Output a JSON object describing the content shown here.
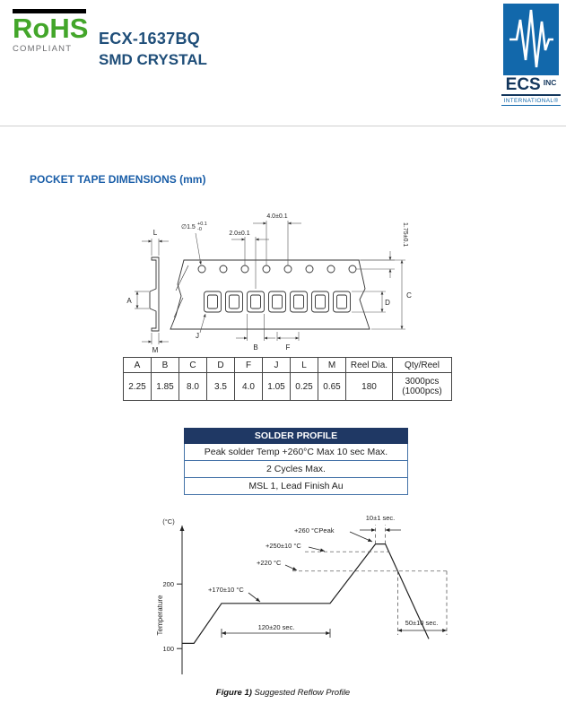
{
  "header": {
    "rohs_title": "RoHS",
    "rohs_subtitle": "COMPLIANT",
    "part_number": "ECX-1637BQ",
    "product_type": "SMD CRYSTAL",
    "logo_ecs": "ECS",
    "logo_inc": "INC",
    "logo_intl": "INTERNATIONAL®"
  },
  "section_title": "POCKET TAPE DIMENSIONS (mm)",
  "drawing": {
    "dim_pitch": "4.0±0.1",
    "dim_hole_to_pocket": "2.0±0.1",
    "dim_hole_dia": "∅1.5",
    "dim_hole_tol_plus": "+0.1",
    "dim_hole_tol_minus": "-0",
    "dim_edge": "1.75±0.1",
    "label_l": "L",
    "label_a": "A",
    "label_m": "M",
    "label_j": "J",
    "label_b": "B",
    "label_f": "F",
    "label_d": "D",
    "label_c": "C"
  },
  "dims_table": {
    "headers": [
      "A",
      "B",
      "C",
      "D",
      "F",
      "J",
      "L",
      "M",
      "Reel Dia.",
      "Qty/Reel"
    ],
    "values": [
      "2.25",
      "1.85",
      "8.0",
      "3.5",
      "4.0",
      "1.05",
      "0.25",
      "0.65",
      "180",
      "3000pcs\n(1000pcs)"
    ]
  },
  "solder_profile": {
    "title": "SOLDER PROFILE",
    "rows": [
      "Peak solder Temp +260°C Max 10 sec Max.",
      "2 Cycles Max.",
      "MSL 1, Lead Finish Au"
    ]
  },
  "chart_data": {
    "type": "line",
    "title": "Suggested Reflow Profile",
    "ylabel": "Temperature",
    "y_unit": "(°C)",
    "yticks": [
      "200",
      "100"
    ],
    "ylim": [
      60,
      290
    ],
    "x_unit": "sec",
    "profile": {
      "time_sec": [
        0,
        12,
        40,
        150,
        196,
        206,
        250
      ],
      "temp_c": [
        108,
        108,
        170,
        170,
        262,
        262,
        115
      ]
    },
    "annotations": {
      "peak": "+260 °CPeak",
      "temp_250": "+250±10 °C",
      "temp_220": "+220 °C",
      "temp_170": "+170±10 °C",
      "time_peak": "10±1 sec.",
      "time_above_220": "50±10 sec.",
      "time_preheat": "120±20 sec."
    }
  },
  "caption": {
    "label": "Figure 1)",
    "text": "Suggested Reflow Profile"
  }
}
